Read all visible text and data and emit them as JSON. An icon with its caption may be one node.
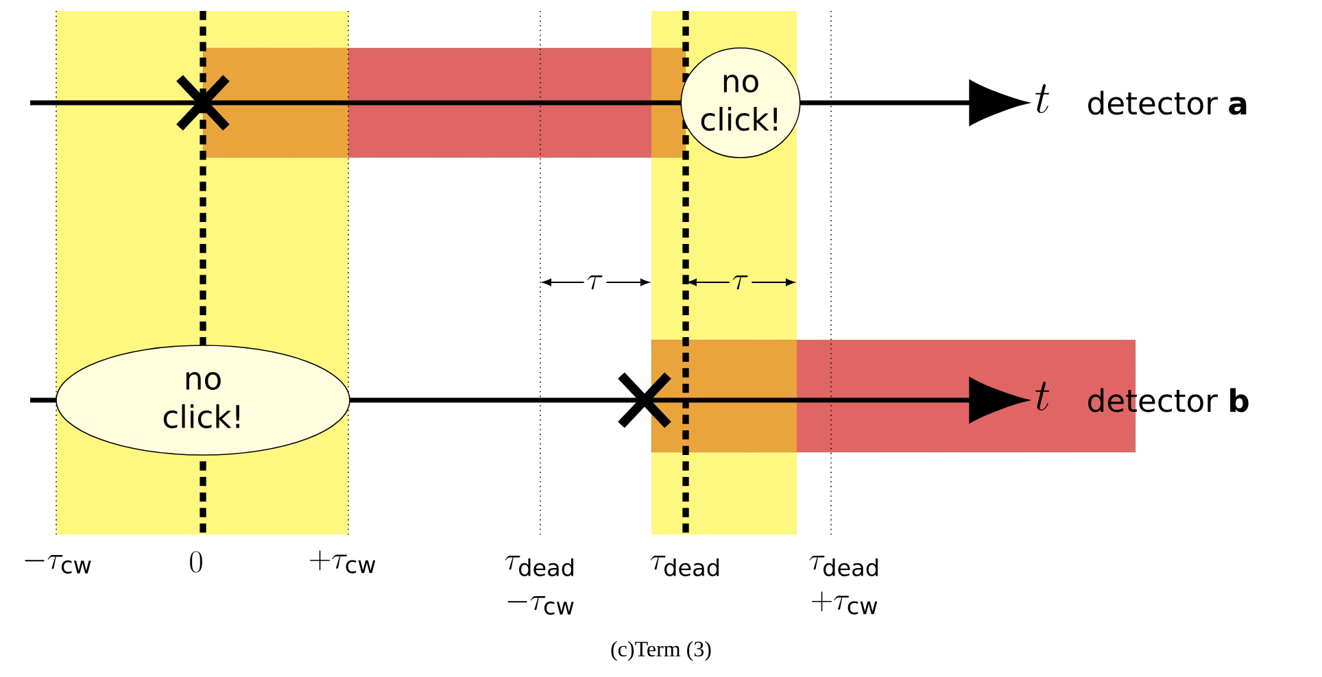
{
  "diagram": {
    "caption": "(c)Term (3)",
    "nodes": [
      {
        "text": [
          "no click!"
        ]
      },
      {
        "text": [
          "no click!"
        ]
      }
    ],
    "labels": [
      "t",
      "detector **a**",
      "\\tau",
      "\\tau",
      "t",
      "detector **b**",
      "-\\tau_{\\mathrm{cw}}",
      "0",
      "+\\tau_{\\mathrm{cw}}",
      "\\tau_{\\mathrm{dead}}",
      "\\tau_{\\mathrm{dead}}",
      "\\tau_{\\mathrm{dead}}",
      "-\\tau_{\\mathrm{cw}}",
      "+\\tau_{\\mathrm{cw}}"
    ]
  }
}
